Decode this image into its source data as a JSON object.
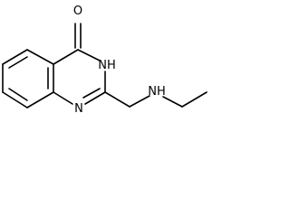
{
  "structure": {
    "atoms": {
      "O": "O",
      "NH_ring": "NH",
      "N_ring": "N",
      "NH_chain": "NH"
    }
  }
}
